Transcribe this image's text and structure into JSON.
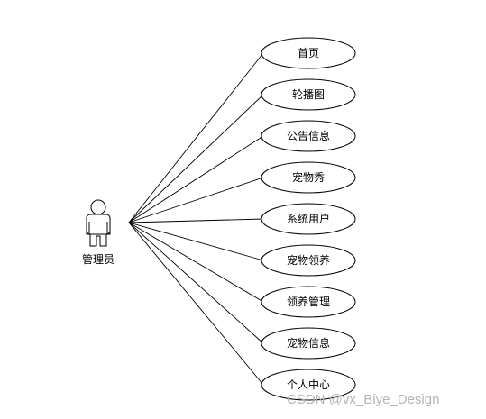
{
  "actor": {
    "name": "管理员"
  },
  "use_cases": [
    {
      "label": "首页"
    },
    {
      "label": "轮播图"
    },
    {
      "label": "公告信息"
    },
    {
      "label": "宠物秀"
    },
    {
      "label": "系统用户"
    },
    {
      "label": "宠物领养"
    },
    {
      "label": "领养管理"
    },
    {
      "label": "宠物信息"
    },
    {
      "label": "个人中心"
    }
  ],
  "watermark": "CSDN @vx_Biye_Design",
  "colors": {
    "line": "#000000",
    "fill": "#ffffff",
    "watermark": "#b5b5b5"
  }
}
